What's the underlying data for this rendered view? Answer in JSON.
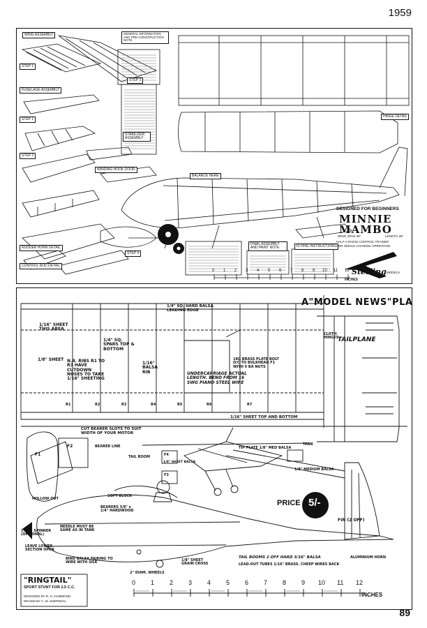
{
  "year": "1959",
  "page_number": "89",
  "minnie_mambo": {
    "labels": {
      "wing_assembly": "WING ASSEMBLY",
      "general_info": "GENERAL INFORMATION AND PRE-CONSTRUCTION NOTE",
      "step1": "STEP 1",
      "step2": "STEP 2",
      "step3": "STEP 3",
      "step4": "STEP 4",
      "fuselage_assembly": "FUSELAGE ASSEMBLY",
      "stabilizer_assembly": "STABILIZER ASSEMBLY",
      "winding_hook_door": "WINDING HOOK DOOR",
      "balance_here": "BALANCE HERE",
      "rudder_horn_detail": "RUDDER HORN DETAIL",
      "control_rod_detail": "CONTROL ROD DETAIL",
      "final_assembly": "FINAL ASSEMBLY AND PAINT NOTE",
      "flying_instructions": "FLYING INSTRUCTIONS",
      "hinge_detail": "HINGE DETAIL"
    },
    "designed_for": "DESIGNED FOR BEGINNERS",
    "title_line1": "MINNIE",
    "title_line2": "MAMBO",
    "wing_span": "WING SPAN 36\"",
    "length": "LENGTH 28\"",
    "tagline1": "HALF-A RADIO CONTROL TRAINER",
    "tagline2": "FOR SINGLE CHANNEL OPERATION",
    "brand": "Sterling",
    "brand_sub": "MODELS",
    "scale_numbers": [
      "0",
      "1",
      "2",
      "3",
      "4",
      "5",
      "6",
      "7",
      "8",
      "9",
      "10",
      "11",
      "12"
    ],
    "scale_unit": "INCHES"
  },
  "ringtail": {
    "header": "A\"MODEL NEWS\"PLAN",
    "title": "\"RINGTAIL\"",
    "subtitle": "SPORT STUNT FOR 2.5 C.C.",
    "designed_by": "DESIGNED BY R. H. HAMMOND",
    "drawn_by": "DRAWN BY A. W. SHERWAN",
    "price_label": "PRICE",
    "price_value": "5/-",
    "tailplane": "TAILPLANE",
    "fin": "FIN (2 OFF)",
    "notes": {
      "sheet_area": "1/16\" SHEET THIS AREA",
      "sheet_1_8": "1/8\" SHEET",
      "spars": "1/4\" SQ. SPARS TOP & BOTTOM",
      "ribs_note": "N.B. RIBS R1 TO R3 HAVE CUTDOWN NOSES TO TAKE 1/16\" SHEETING",
      "balsa_rib": "1/16\" BALSA RIB",
      "hard_balsa": "1/4\" SQ. HARD BALSA LEADING EDGE",
      "brass_plate": "18G BRASS PLATE BOLT O/C TO BULKHEAD F1 WITH 6 BA NUTS",
      "undercarriage": "UNDERCARRIAGE ACTUAL LENGTH. BEND FROM 16 SWG PIANO STEEL WIRE",
      "sheet_top_bottom": "1/16\" SHEET TOP AND BOTTOM",
      "bearer_slots": "CUT BEARER SLOTS TO SUIT WIDTH OF YOUR MOTOR",
      "tip_plate": "TIP PLATE 1/8\" MED BALSA",
      "medium_balsa": "1/8\" MEDIUM BALSA",
      "tank": "TANK",
      "cloth_hinges": "CLOTH HINGES",
      "spinner": "1 1/2\" SPINNER (OPTIONAL)",
      "leave_open": "LEAVE LOWER SECTION OPEN",
      "hollow_out": "HOLLOW OUT",
      "soft_block": "SOFT BLOCK",
      "bearers": "BEARERS 3/8\" x 1/4\" HARDWOOD",
      "needle": "NEEDLE MUST BE SAME AS IN TANK",
      "bind_balsa": "BIND BALSA FAIRING TO WIRE WITH SILK",
      "wheels": "2\" DIAM. WHEELS",
      "sheet_grain": "1/8\" SHEET GRAIN CROSS",
      "tail_booms": "TAIL BOOMS 2 OFF HARD 3/16\" BALSA",
      "lead_out": "LEAD-OUT TUBES 1/16\" BRASS. CHEEP WIRES BACK",
      "aluminium_horn": "ALUMINIUM HORN",
      "bearer_line": "BEARER LINE",
      "tail_boom": "TAIL BOOM",
      "sheet_balsa": "1/8\" SHEET BALSA"
    },
    "part_labels": [
      "F1",
      "F2",
      "F3",
      "F4",
      "R1",
      "R2",
      "R3",
      "R4",
      "R5",
      "R6",
      "R7"
    ],
    "scale_numbers": [
      "0",
      "1",
      "2",
      "3",
      "4",
      "5",
      "6",
      "7",
      "8",
      "9",
      "10",
      "11",
      "12"
    ],
    "scale_unit": "INCHES"
  }
}
